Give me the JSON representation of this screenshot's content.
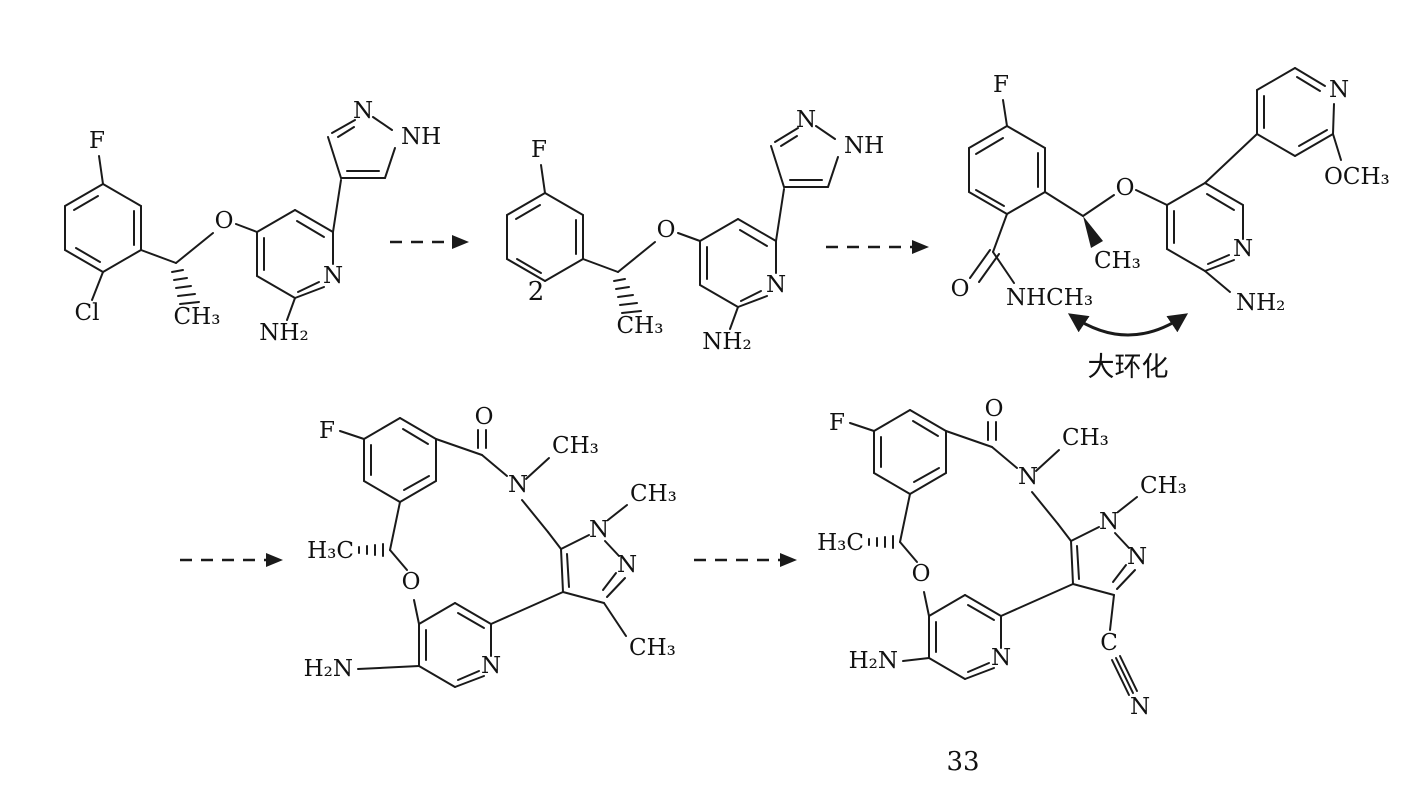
{
  "scheme": {
    "background": "#ffffff",
    "ink": "#1a1a1a",
    "intermediate_number": "2",
    "product_number": "33",
    "macrocyclization_label": "大环化"
  },
  "atoms": {
    "F": "F",
    "Cl": "Cl",
    "O": "O",
    "N": "N",
    "C": "C",
    "NH": "NH",
    "NH2": "NH₂",
    "H2N": "H₂N",
    "CH3": "CH₃",
    "H3C": "H₃C",
    "OCH3": "OCH₃",
    "NHCH3": "NHCH₃"
  }
}
